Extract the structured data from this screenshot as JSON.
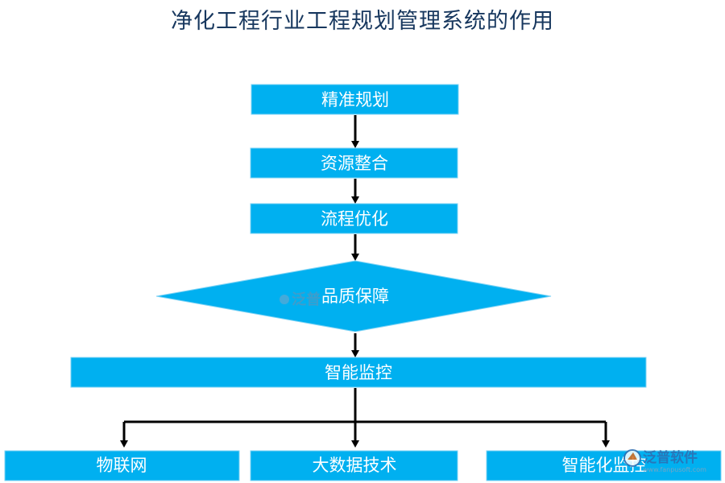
{
  "title": "净化工程行业工程规划管理系统的作用",
  "colors": {
    "node_fill": "#00b0f0",
    "node_stroke": "#7fd3f5",
    "arrow": "#000000",
    "title": "#17375e"
  },
  "nodes": {
    "step1": "精准规划",
    "step2": "资源整合",
    "step3": "流程优化",
    "step4": "品质保障",
    "step5": "智能监控",
    "branch1": "物联网",
    "branch2": "大数据技术",
    "branch3": "智能化监控"
  },
  "watermark": {
    "center_mark": "泛普",
    "brand": "泛普软件",
    "site": "www.fanpusoft.com"
  }
}
